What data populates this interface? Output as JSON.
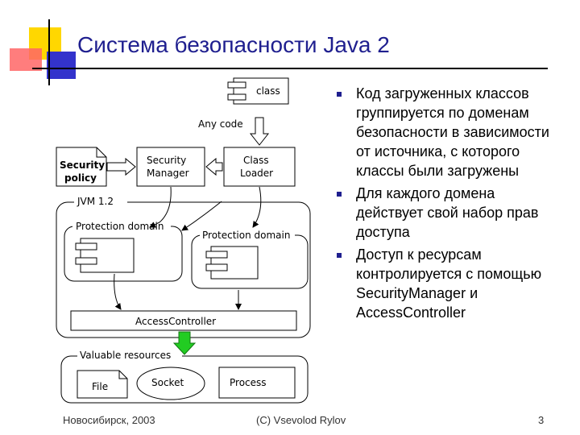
{
  "slide": {
    "title": "Система безопасности Java 2",
    "bullets": [
      "Код загруженных классов группируется по доменам безопасности в зависимости от источника, с которого классы были загружены",
      "Для каждого домена действует свой набор прав доступа",
      "Доступ к ресурсам контролируется с помощью SecurityManager и AccessController"
    ]
  },
  "diagram": {
    "class_label": "class",
    "any_code": "Any code",
    "security_policy": [
      "Security",
      "policy"
    ],
    "security_manager": [
      "Security",
      "Manager"
    ],
    "class_loader": [
      "Class",
      "Loader"
    ],
    "jvm": "JVM 1.2",
    "protection_domain_1": "Protection domain",
    "protection_domain_2": "Protection domain",
    "access_controller": "AccessController",
    "valuable_resources": "Valuable resources",
    "file": "File",
    "socket": "Socket",
    "process": "Process"
  },
  "footer": {
    "left": "Новосибирск, 2003",
    "center": "(C) Vsevolod Rylov",
    "page": "3"
  }
}
